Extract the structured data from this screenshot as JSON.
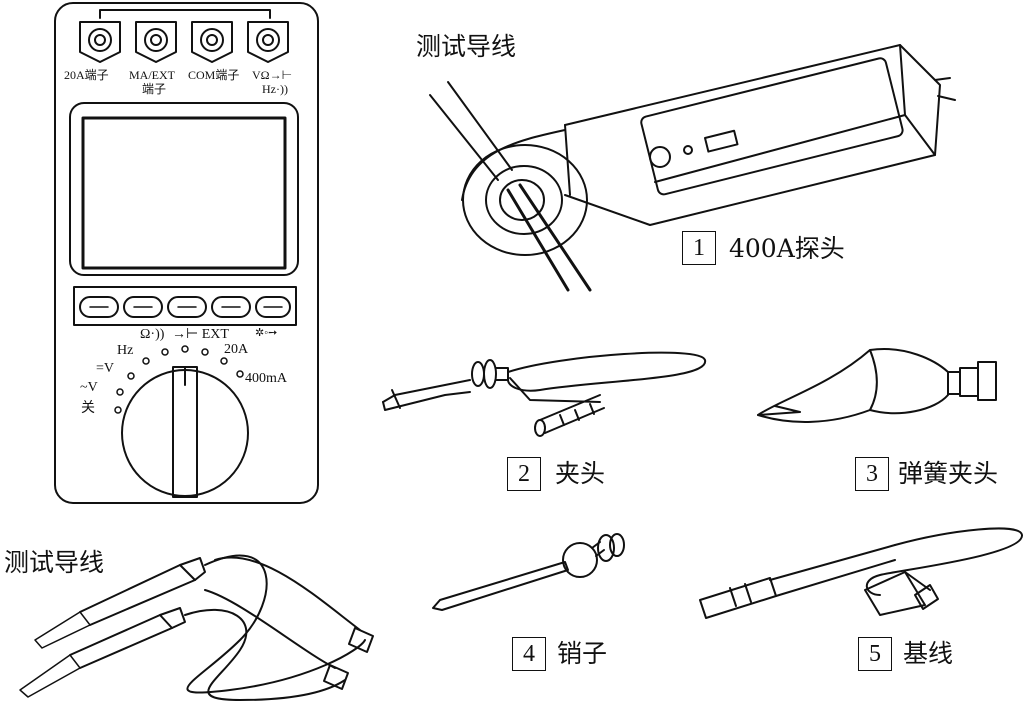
{
  "meter": {
    "terminals": [
      "20A端子",
      "MA/EXT",
      "端子",
      "COM端子",
      "VΩ→⊢",
      "Hz·))"
    ],
    "dial_labels": {
      "ohm": "Ω·))",
      "diode_ext": "→⊢ EXT",
      "hz": "Hz",
      "dcv": "=V",
      "acv": "~V",
      "off": "关",
      "a20": "20A",
      "ma400": "400mA",
      "hold": "✲◦➙"
    }
  },
  "captions": {
    "top_title": "测试导线",
    "bottom_title": "测试导线",
    "items": [
      {
        "num": "1",
        "text": "400A探头"
      },
      {
        "num": "2",
        "text": "夹头"
      },
      {
        "num": "3",
        "text": "弹簧夹头"
      },
      {
        "num": "4",
        "text": "销子"
      },
      {
        "num": "5",
        "text": "基线"
      }
    ]
  }
}
